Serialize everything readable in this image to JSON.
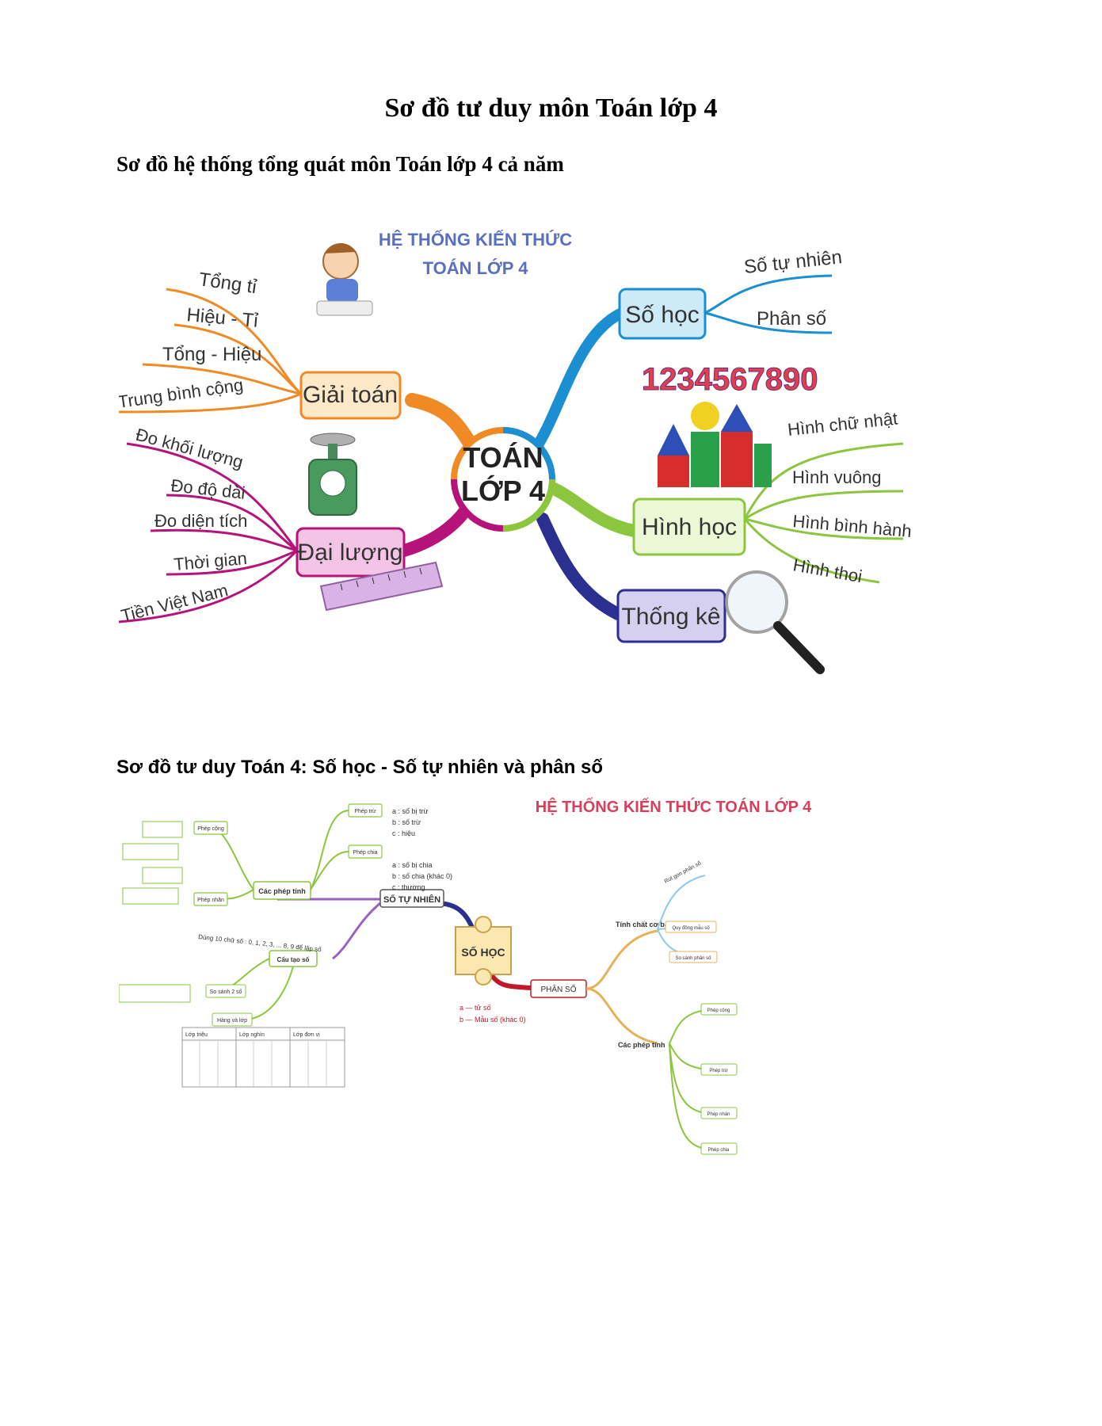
{
  "page": {
    "title": "Sơ đồ tư duy môn Toán lớp 4",
    "section1_title": "Sơ đồ hệ thống tổng quát môn Toán lớp 4 cả năm",
    "section2_title": "Sơ đồ tư duy Toán 4: Số học - Số tự nhiên và phân số"
  },
  "mindmap1": {
    "heading_line1": "HỆ THỐNG KIẾN THỨC",
    "heading_line2": "TOÁN LỚP 4",
    "center_line1": "TOÁN",
    "center_line2": "LỚP 4",
    "digits": "1234567890",
    "colors": {
      "orange": "#f08a24",
      "magenta": "#b5127a",
      "blue": "#1b8fd1",
      "green": "#8cc63f",
      "navy": "#2b2f8f"
    },
    "branches": {
      "giai_toan": {
        "label": "Giải toán",
        "children": [
          "Tổng tỉ",
          "Hiệu - Tỉ",
          "Tổng - Hiệu",
          "Trung bình cộng"
        ]
      },
      "dai_luong": {
        "label": "Đại lượng",
        "children": [
          "Đo khối lượng",
          "Đo độ dài",
          "Đo diện tích",
          "Thời gian",
          "Tiền Việt Nam"
        ]
      },
      "so_hoc": {
        "label": "Số học",
        "children": [
          "Số tự nhiên",
          "Phân số"
        ]
      },
      "hinh_hoc": {
        "label": "Hình học",
        "children": [
          "Hình chữ nhật",
          "Hình vuông",
          "Hình bình hành",
          "Hình thoi"
        ]
      },
      "thong_ke": {
        "label": "Thống kê"
      }
    }
  },
  "mindmap2": {
    "heading": "HỆ THỐNG KIẾN THỨC TOÁN LỚP 4",
    "center": "SỐ HỌC",
    "so_tu_nhien": "SỐ TỰ NHIÊN",
    "phan_so": "PHÂN SỐ",
    "cac_phep_tinh_left": "Các phép tính",
    "cau_tao_so": "Cấu tạo số",
    "phep_cong": "Phép cộng",
    "phep_nhan": "Phép nhân",
    "phep_tru": "Phép trừ",
    "phep_chia": "Phép chia",
    "phep_tru_notes": [
      "a : số bị trừ",
      "b : số trừ",
      "c : hiệu"
    ],
    "phep_chia_notes": [
      "a : số bị chia",
      "b : số chia (khác 0)",
      "c : thương"
    ],
    "so_sanh": "So sánh 2 số",
    "hang_va_lop": "Hàng và lớp",
    "digits_note": "Dùng 10 chữ số : 0, 1, 2, 3, ... 8, 9 để lập số",
    "tinh_chat": "Tính chất cơ bản",
    "rut_gon": "Rút gọn phân số",
    "quy_dong": "Quy đồng mẫu số",
    "so_sanh_ps": "So sánh phân số",
    "cac_phep_tinh_right": "Các phép tính",
    "ps_cong": "Phép cộng",
    "ps_tru": "Phép trừ",
    "ps_nhan": "Phép nhân",
    "ps_chia": "Phép chia",
    "tu_so": "a — tử số",
    "mau_so": "b — Mẫu số (khác 0)",
    "table_headers": [
      "Lớp triệu",
      "Lớp nghìn",
      "Lớp đơn vị"
    ]
  }
}
